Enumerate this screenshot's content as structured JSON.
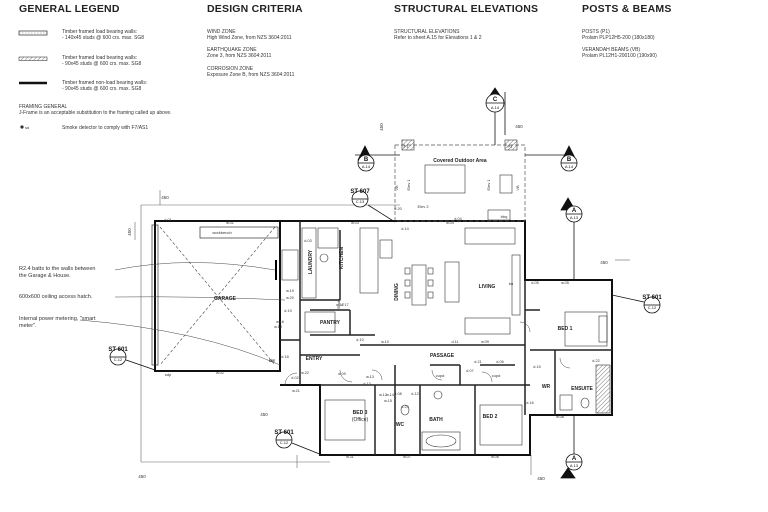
{
  "headers": {
    "legend": "GENERAL LEGEND",
    "design": "DESIGN CRITERIA",
    "elevations": "STRUCTURAL ELEVATIONS",
    "posts": "POSTS & BEAMS"
  },
  "legend_items": [
    {
      "line1": "Timber framed load bearing walls:",
      "line2": "- 140x45 studs @ 600 crs. max. SG8"
    },
    {
      "line1": "Timber framed load bearing walls:",
      "line2": "- 90x45 studs @ 600 crs. max. SG8"
    },
    {
      "line1": "Timber framed non-load bearing walls:",
      "line2": "- 90x45 studs @ 600 crs. max. SG8"
    }
  ],
  "framing": {
    "title": "FRAMING GENERAL",
    "text": "J-Frame is an acceptable substitution to the framing called up above."
  },
  "smoke": "Smoke detector to comply with F7/AS1",
  "design": [
    {
      "title": "WIND ZONE",
      "text": "High Wind Zone, from NZS 3604:2011"
    },
    {
      "title": "EARTHQUAKE ZONE",
      "text": "Zone 3, from NZS 3604:2011"
    },
    {
      "title": "CORROSION ZONE",
      "text": "Exposure Zone B, from NZS 3604:2011"
    }
  ],
  "elev": {
    "title": "STRUCTURAL ELEVATIONS",
    "text": "Refer to sheet A.15 for Elevations 1 & 2"
  },
  "posts": [
    {
      "title": "POSTS (P1)",
      "text": "Prolam PLP12H5-200 (180x180)"
    },
    {
      "title": "VERANDAH BEAMS (VB)",
      "text": "Prolam PL12H1-200100 (190x90)"
    }
  ],
  "notes": [
    {
      "l1": "R2.4 batts to the walls between",
      "l2": "the Garage & House."
    },
    {
      "l1": "600x600 ceiling access hatch.",
      "l2": ""
    },
    {
      "l1": "Internal power metering, \"smart",
      "l2": "meter\"."
    }
  ],
  "rooms": {
    "garage": "GARAGE",
    "laundry": "LAUNDRY",
    "kitchen": "KITCHEN",
    "pantry": "PANTRY",
    "dining": "DINING",
    "living": "LIVING",
    "entry": "ENTRY",
    "passage": "PASSAGE",
    "bed1": "BED 1",
    "bed2": "BED 2",
    "bed3": "BED 3",
    "office": "(Office)",
    "bath": "BATH",
    "wc": "WC",
    "wr": "WR",
    "ensuite": "ENSUITE",
    "covered": "Covered Outdoor Area",
    "workbench": "workbench",
    "bbq": "bbq",
    "study": "Study",
    "cupd": "cupd",
    "me": "ME"
  },
  "markers": {
    "st607": {
      "t": "ST 607",
      "s": "C.13"
    },
    "st601a": {
      "t": "ST 601",
      "s": "C.12"
    },
    "st601b": {
      "t": "ST 601",
      "s": "C.12"
    },
    "st601c": {
      "t": "ST 601",
      "s": "C.12"
    },
    "secA1": {
      "t": "A",
      "s": "A.13"
    },
    "secA2": {
      "t": "A",
      "s": "A.13"
    },
    "secB1": {
      "t": "B",
      "s": "A.14"
    },
    "secB2": {
      "t": "B",
      "s": "A.14"
    },
    "secC": {
      "t": "C",
      "s": "A.14"
    }
  },
  "dims": [
    "450",
    "450",
    "450",
    "450",
    "450",
    "450",
    "450",
    "450"
  ],
  "window_tags": [
    "w.01",
    "w.02",
    "w.03",
    "w.04",
    "w.05",
    "w.06",
    "w.07",
    "w.08",
    "w.09",
    "w.10",
    "w.11",
    "w.12",
    "w.13",
    "w.14",
    "w.15",
    "w.16",
    "w.17",
    "w.18",
    "w.19",
    "w.20",
    "w.21",
    "w.22"
  ],
  "door_tags": [
    "d.01",
    "d.02",
    "d.03",
    "d.04",
    "d.05",
    "d.06",
    "d.07",
    "d.08",
    "d.09",
    "d.10",
    "d.11",
    "d.12",
    "d.13",
    "d.14",
    "d.15",
    "d.16",
    "d.17",
    "d.18",
    "d.19",
    "d.20",
    "d.21",
    "d.22",
    "d.23"
  ],
  "misc": {
    "p1": "P1",
    "vb": "VB",
    "elev1": "Elev 1",
    "elev2": "Elev 2",
    "sdp": "sdp",
    "bu": "bu"
  }
}
